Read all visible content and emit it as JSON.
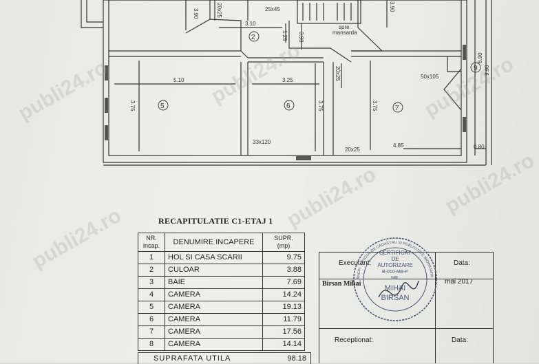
{
  "plan": {
    "dims": {
      "d_3_90_left": "3.90",
      "d_20_25_top": "20x25",
      "d_25_45": "25x45",
      "d_3_90_right": "3.90",
      "d_3_10": "3.10",
      "d_1_25": "1.25",
      "d_3_90_stair": "3.90",
      "spre_mansarda": "spre\nmansarda",
      "d_5_10": "5.10",
      "d_3_75_a": "3.75",
      "d_3_25": "3.25",
      "d_3_75_b": "3.75",
      "d_20_25_mid": "20x25",
      "d_50_105": "50x105",
      "d_3_75_c": "3.75",
      "d_33_120": "33x120",
      "d_20_25_bot": "20x25",
      "d_4_85": "4.85",
      "d_0_80": "0.80",
      "d_6_90": "6.90",
      "d_9_90": "9.90"
    },
    "rooms": [
      "2",
      "5",
      "6",
      "7",
      "9"
    ]
  },
  "watermarks": [
    "publi24.ro",
    "publi24.ro",
    "publi24.ro",
    "publi24.ro",
    "publi24.ro",
    "publi24.ro"
  ],
  "recap": {
    "title": "RECAPITULATIE C1-ETAJ 1",
    "headers": {
      "nr": "NR. incap.",
      "name": "DENUMIRE INCAPERE",
      "supr": "SUPR. (mp)"
    },
    "rows": [
      {
        "nr": "1",
        "name": "HOL SI CASA SCARII",
        "area": "9.75"
      },
      {
        "nr": "2",
        "name": "CULOAR",
        "area": "3.88"
      },
      {
        "nr": "3",
        "name": "BAIE",
        "area": "7.69"
      },
      {
        "nr": "4",
        "name": "CAMERA",
        "area": "14.24"
      },
      {
        "nr": "5",
        "name": "CAMERA",
        "area": "19.13"
      },
      {
        "nr": "6",
        "name": "CAMERA",
        "area": "11.79"
      },
      {
        "nr": "7",
        "name": "CAMERA",
        "area": "17.56"
      },
      {
        "nr": "8",
        "name": "CAMERA",
        "area": "14.14"
      }
    ],
    "total_label": "SUPRAFATA UTILA",
    "total_value": "98.18"
  },
  "authorization": {
    "executant_label": "Executant:",
    "executant_name": "Birsan Mihai",
    "date_label": "Data:",
    "date_value": "mai 2017",
    "receptionat_label": "Receptionat:",
    "date_label_2": "Data:"
  },
  "stamp": {
    "line1": "CERTIFICAT",
    "line2": "DE",
    "line3": "AUTORIZARE",
    "line4": "B-010-MB-F",
    "line5": "NR.",
    "line6": "MIHAI",
    "line7": "BIRSAN",
    "ring_text": "ANCPI · OFICIUL DE CADASTRU SI PUBLICITATE IMOBILIARA"
  }
}
